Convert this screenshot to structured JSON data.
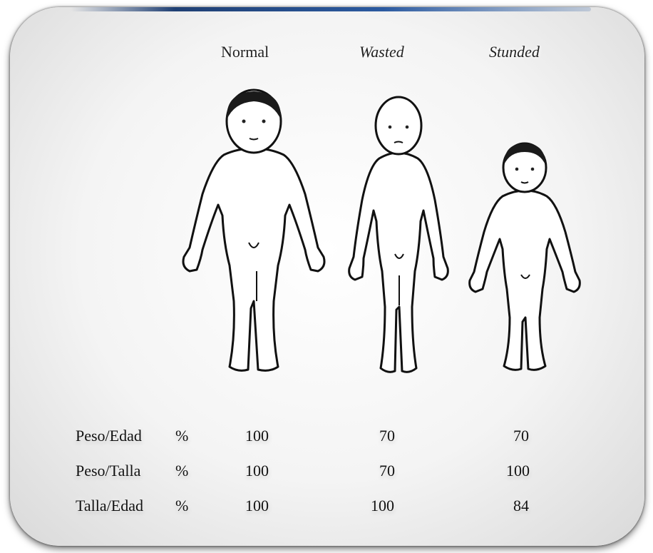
{
  "figures": [
    {
      "label": "Normal",
      "italic": false
    },
    {
      "label": "Wasted",
      "italic": true
    },
    {
      "label": "Stunded",
      "italic": true
    }
  ],
  "table": {
    "unit": "%",
    "rows": [
      {
        "label": "Peso/Edad",
        "values": [
          "100",
          "70",
          "70"
        ]
      },
      {
        "label": "Peso/Talla",
        "values": [
          "100",
          "70",
          "100"
        ]
      },
      {
        "label": "Talla/Edad",
        "values": [
          "100",
          "100",
          "84"
        ]
      }
    ]
  }
}
